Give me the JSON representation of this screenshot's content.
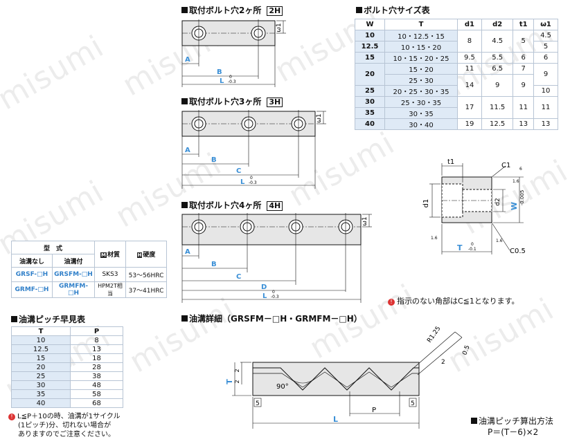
{
  "watermark": "misumi",
  "holes2": {
    "title": "取付ボルト穴2ヶ所",
    "tag": "2H",
    "A": "A",
    "B": "B",
    "L": "L",
    "tol_top": "0",
    "tol_bot": "-0.3",
    "w1": "ω1"
  },
  "holes3": {
    "title": "取付ボルト穴3ヶ所",
    "tag": "3H",
    "A": "A",
    "B": "B",
    "C": "C",
    "L": "L",
    "tol_top": "0",
    "tol_bot": "-0.3",
    "w1": "ω1"
  },
  "holes4": {
    "title": "取付ボルト穴4ヶ所",
    "tag": "4H",
    "A": "A",
    "B": "B",
    "C": "C",
    "D": "D",
    "L": "L",
    "tol_top": "0",
    "tol_bot": "-0.3",
    "w1": "ω1"
  },
  "bolt_table": {
    "title": "ボルト穴サイズ表",
    "headers": [
      "W",
      "T",
      "d1",
      "d2",
      "t1",
      "ω1"
    ],
    "rows": [
      {
        "W": "10",
        "T": "10・12.5・15",
        "d1": "8",
        "d2": "4.5",
        "t1": "5",
        "w1": "4.5"
      },
      {
        "W": "12.5",
        "T": "10・15・20",
        "w1": "5"
      },
      {
        "W": "15",
        "T": "10・15・20・25",
        "d1": "9.5",
        "d2": "5.5",
        "t1": "6",
        "w1": "6"
      },
      {
        "W": "20",
        "T": "15・20",
        "d1": "11",
        "d2": "6.5",
        "t1": "7",
        "w1": "9"
      },
      {
        "T": "25・30"
      },
      {
        "W": "25",
        "T": "20・25・30・35",
        "d1": "14",
        "d2": "9",
        "t1": "9",
        "w1": "10"
      },
      {
        "W": "30",
        "T": "25・30・35",
        "d1": "17",
        "d2": "11.5",
        "t1": "11",
        "w1": "11"
      },
      {
        "W": "35",
        "T": "30・35"
      },
      {
        "W": "40",
        "T": "30・40",
        "d1": "19",
        "d2": "12.5",
        "t1": "13",
        "w1": "13"
      }
    ]
  },
  "section": {
    "t1": "t1",
    "C1": "C1",
    "d1": "d1",
    "d2": "d2",
    "W": "W",
    "W_tol": "-0.005",
    "T": "T",
    "T_tol_top": "0",
    "T_tol_bot": "-0.1",
    "C05": "C0.5",
    "r16": "1.6",
    "r6": "6"
  },
  "corner_note": "指示のない角部はC≦1となります。",
  "material_table": {
    "h_type": "型　式",
    "h_nogroove": "油溝なし",
    "h_groove": "油溝付",
    "h_material": "材質",
    "h_hardness": "硬度",
    "rows": [
      {
        "a": "GRSF-□H",
        "b": "GRSFM-□H",
        "mat": "SKS3",
        "hard": "53～56HRC"
      },
      {
        "a": "GRMF-□H",
        "b": "GRMFM-□H",
        "mat": "HPM2T相当",
        "hard": "37～41HRC"
      }
    ]
  },
  "pitch_table": {
    "title": "油溝ピッチ早見表",
    "headers": [
      "T",
      "P"
    ],
    "rows": [
      [
        "10",
        "8"
      ],
      [
        "12.5",
        "13"
      ],
      [
        "15",
        "18"
      ],
      [
        "20",
        "28"
      ],
      [
        "25",
        "38"
      ],
      [
        "30",
        "48"
      ],
      [
        "35",
        "58"
      ],
      [
        "40",
        "68"
      ]
    ]
  },
  "pitch_note_1": "L≦P＋10の時、油溝が1サイクル",
  "pitch_note_2": "(1ピッチ)分、切れない場合が",
  "pitch_note_3": "ありますのでご注意ください。",
  "groove": {
    "title": "油溝詳細（GRSFM－□H・GRMFM－□H）",
    "T": "T",
    "two": "2",
    "angle": "90°",
    "five": "5",
    "P": "P",
    "L": "L",
    "R": "R1.25",
    "half": "0.5"
  },
  "formula": {
    "title": "油溝ピッチ算出方法",
    "eq": "P＝(T－6)×2"
  }
}
